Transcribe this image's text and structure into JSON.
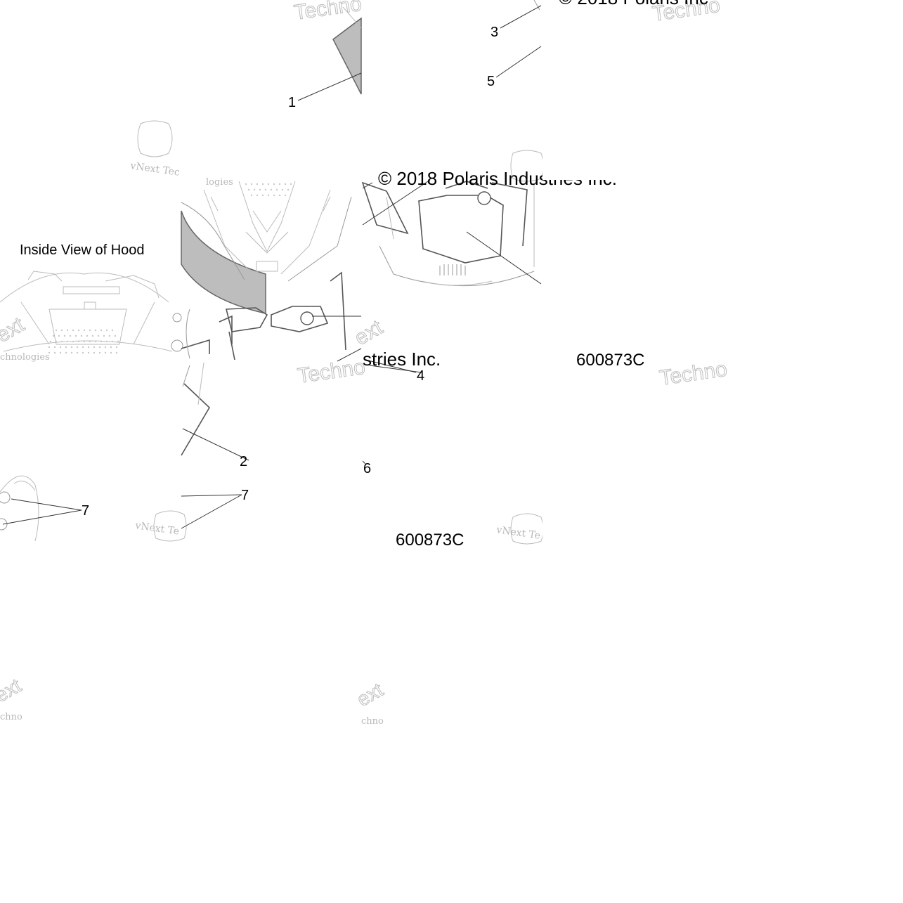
{
  "diagram": {
    "callouts": [
      "1",
      "2",
      "3",
      "4",
      "5",
      "6",
      "7",
      "7"
    ],
    "view_label": "Inside View of Hood",
    "copyright": "© 2018 Polaris Industries Inc.",
    "copyright_top_fragment": "© 2018 Polaris Inc",
    "copyright_mid_fragment": "stries Inc.",
    "drawing_number": "600873C",
    "drawing_number_fragment": "600873C",
    "watermark": {
      "brand": "vNext Technologies",
      "fragments": [
        "Techno",
        "Techno",
        "Techno",
        "Techno",
        "vNext Tec",
        "vNext Te",
        "vNext Te",
        "ext",
        "ext",
        "ext",
        "ext",
        "chnologies",
        "logies",
        "chno",
        "chno"
      ]
    }
  }
}
